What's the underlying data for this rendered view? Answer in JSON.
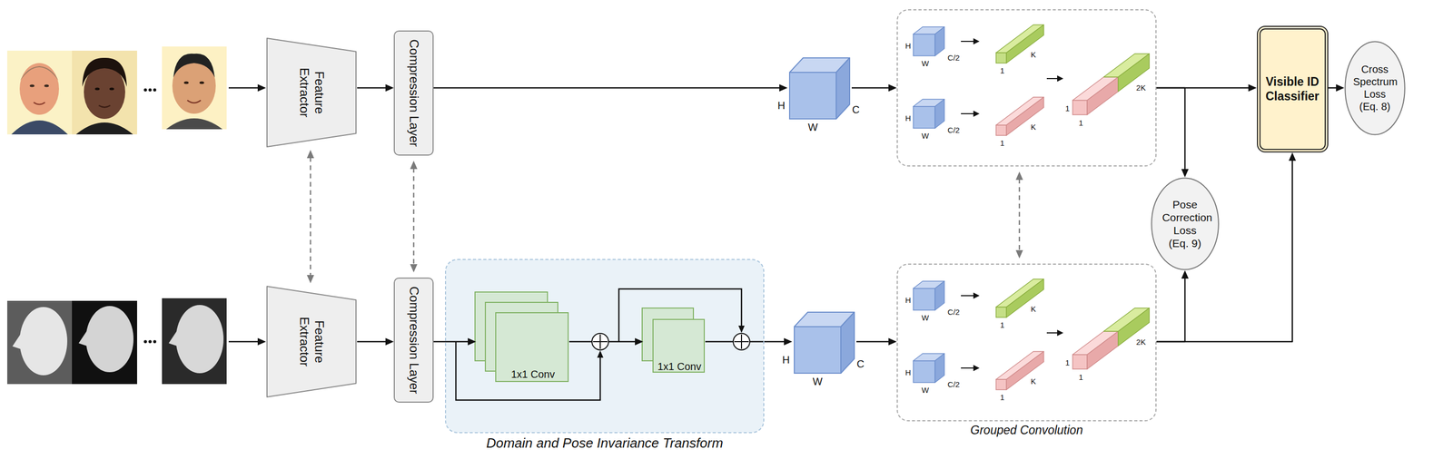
{
  "diagram": {
    "nodes": [
      {
        "text": [
          "Feature Extractor"
        ]
      },
      {
        "text": [
          "Compression Layer"
        ]
      },
      {
        "text": [
          "H",
          "W",
          "C"
        ]
      },
      {
        "text": [
          "H",
          "W",
          "C/2",
          "1",
          "K",
          "H",
          "W",
          "C/2",
          "1",
          "K",
          "1",
          "1",
          "2K"
        ]
      },
      {
        "text": [
          "Visible ID Classifier"
        ]
      },
      {
        "text": [
          "Cross Spectrum Loss (Eq. 8)"
        ]
      },
      {
        "text": [
          "Pose Correction Loss (Eq. 9)"
        ]
      },
      {
        "text": [
          "Feature Extractor"
        ]
      },
      {
        "text": [
          "Compression Layer"
        ]
      },
      {
        "text": [
          "Domain and Pose Invariance Transform"
        ]
      },
      {
        "text": [
          "1x1 Conv"
        ],
        "in": 9
      },
      {
        "text": [
          "1x1 Conv"
        ],
        "in": 9
      },
      {
        "text": [
          "H",
          "W",
          "C"
        ]
      },
      {
        "text": [
          "H",
          "W",
          "C/2",
          "1",
          "K",
          "H",
          "W",
          "C/2",
          "1",
          "K",
          "1",
          "1",
          "2K",
          "Grouped Convolution"
        ]
      }
    ],
    "edges": [
      {
        "from": 0,
        "to": 1,
        "arrow": "to"
      },
      {
        "from": 1,
        "to": 2,
        "arrow": "to"
      },
      {
        "from": 2,
        "to": 3,
        "arrow": "to"
      },
      {
        "from": 3,
        "to": 4,
        "arrow": "to"
      },
      {
        "from": 3,
        "to": 6,
        "arrow": "to"
      },
      {
        "from": 4,
        "to": 5,
        "arrow": "to"
      },
      {
        "from": 7,
        "to": 8,
        "arrow": "to"
      },
      {
        "from": 8,
        "to": 10,
        "arrow": "to"
      },
      {
        "from": 10,
        "to": 11,
        "arrow": "to"
      },
      {
        "from": 11,
        "to": 12,
        "arrow": "to"
      },
      {
        "from": 12,
        "to": 13,
        "arrow": "to"
      },
      {
        "from": 13,
        "to": 6,
        "arrow": "to"
      },
      {
        "from": 13,
        "to": 4,
        "arrow": "to"
      },
      {
        "from": 0,
        "to": 7,
        "arrow": "both"
      },
      {
        "from": 1,
        "to": 8,
        "arrow": "both"
      },
      {
        "from": 3,
        "to": 13,
        "arrow": "both"
      }
    ]
  }
}
